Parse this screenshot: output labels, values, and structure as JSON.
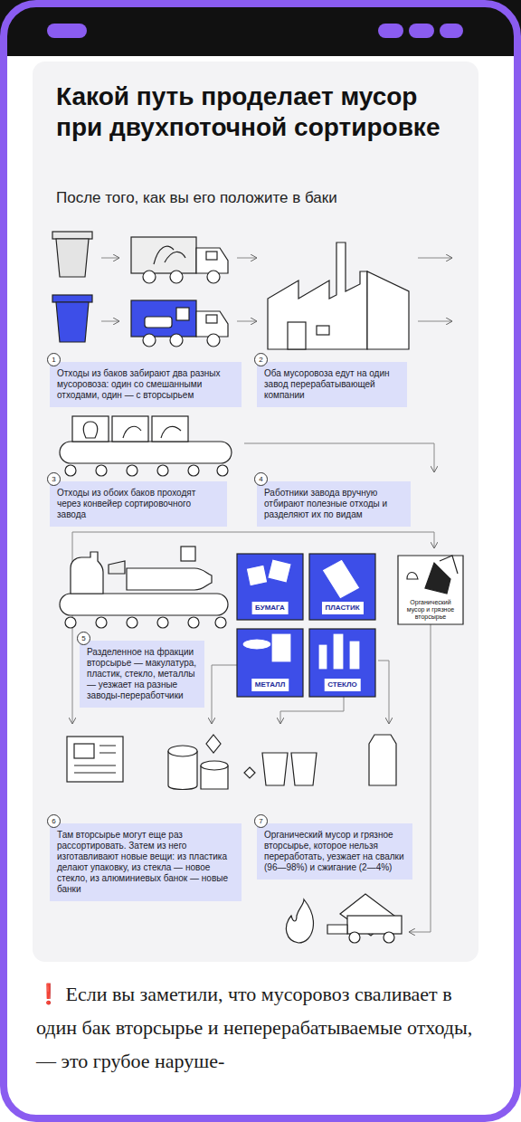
{
  "diagram": {
    "title": "Какой путь проделает мусор при двухпоточной сортировке",
    "nodes": [
      {
        "text": [
          "1",
          "Отходы из баков забирают два разных мусоровоза: один со смешанными отходами, один — с вторсырьем"
        ]
      },
      {
        "text": [
          "2",
          "Оба мусоровоза едут на один завод перерабатывающей компании"
        ]
      },
      {
        "text": [
          "3",
          "Отходы из обоих баков проходят через конвейер сортировочного завода"
        ]
      },
      {
        "text": [
          "4",
          "Работники завода вручную отбирают полезные отходы и разделяют их по видам"
        ]
      },
      {
        "text": [
          "БУМАГА"
        ]
      },
      {
        "text": [
          "ПЛАСТИК"
        ]
      },
      {
        "text": [
          "Органический мусор и грязное вторсырье"
        ]
      },
      {
        "text": [
          "5",
          "Разделенное на фракции вторсырье — макулатура, пластик, стекло, металлы — уезжает на разные заводы-переработчики"
        ]
      },
      {
        "text": [
          "МЕТАЛЛ"
        ]
      },
      {
        "text": [
          "СТЕКЛО"
        ]
      },
      {
        "text": [
          "6",
          "Там вторсырье могут еще раз рассортировать. Затем из него изготавливают новые вещи: из пластика делают упаковку, из стекла — новое стекло, из алюминиевых банок — новые банки"
        ]
      },
      {
        "text": [
          "7",
          "Органический мусор и грязное вторсырье, которое нельзя переработать, уезжает на свалки (96—98%) и сжигание (2—4%)"
        ]
      }
    ],
    "labels": [
      "После того, как вы его положите в баки",
      "❗",
      "Если вы заметили, что мусоровоз сваливает в один бак вторсырье и неперерабатываемые отходы, — это грубое наруше-"
    ]
  }
}
